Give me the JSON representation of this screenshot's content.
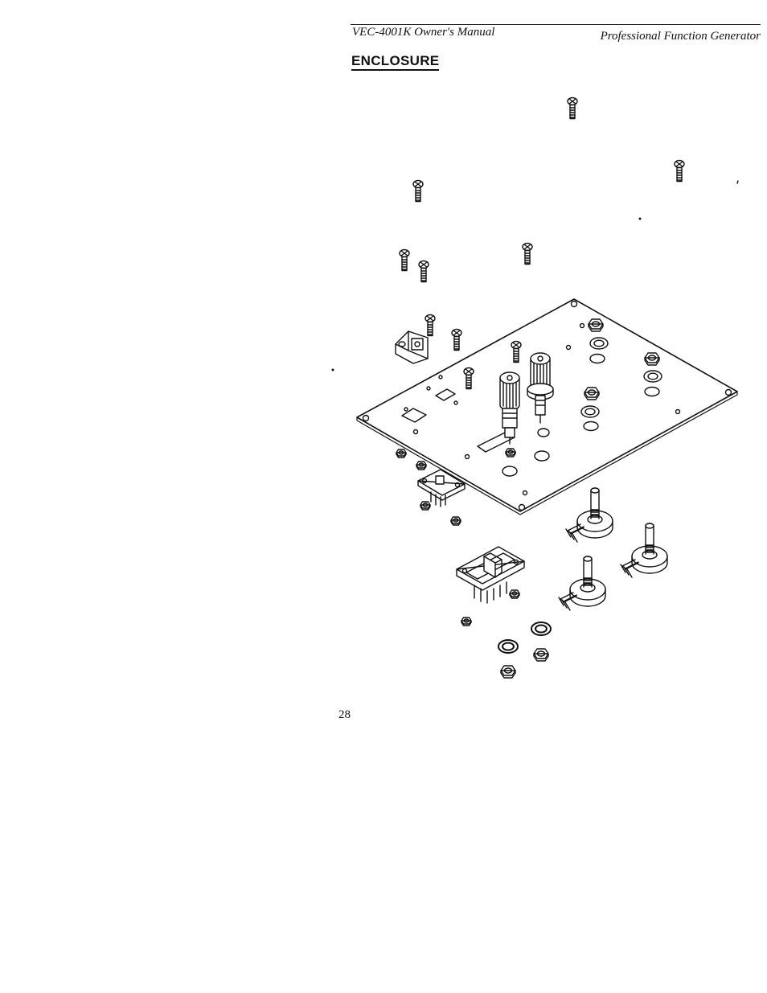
{
  "header": {
    "left": "VEC-4001K Owner's Manual",
    "right": "Professional Function Generator"
  },
  "section": {
    "title": "ENCLOSURE"
  },
  "footer": {
    "page_number": "28"
  },
  "diagram": {
    "ink_color": "#111111"
  }
}
